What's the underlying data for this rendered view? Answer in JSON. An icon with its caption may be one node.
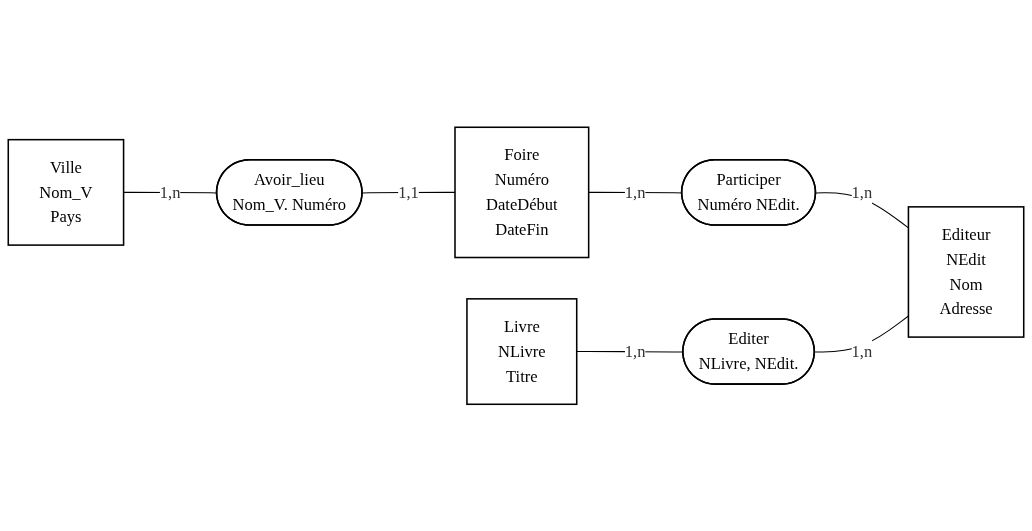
{
  "diagram": {
    "nodes": [
      {
        "text": [
          "Ville",
          "Nom_V",
          "Pays"
        ]
      },
      {
        "text": [
          "Avoir_lieu",
          "Nom_V. Numéro"
        ]
      },
      {
        "text": [
          "Foire",
          "Numéro",
          "DateDébut",
          "DateFin"
        ]
      },
      {
        "text": [
          "Participer",
          "Numéro NEdit."
        ]
      },
      {
        "text": [
          "Livre",
          "NLivre",
          "Titre"
        ]
      },
      {
        "text": [
          "Editer",
          "NLivre, NEdit."
        ]
      },
      {
        "text": [
          "Editeur",
          "NEdit",
          "Nom",
          "Adresse"
        ]
      }
    ],
    "edges": [
      {
        "from": 0,
        "to": 1,
        "arrow": "none",
        "label": "1,n"
      },
      {
        "from": 1,
        "to": 2,
        "arrow": "none",
        "label": "1,1"
      },
      {
        "from": 2,
        "to": 3,
        "arrow": "none",
        "label": "1,n"
      },
      {
        "from": 3,
        "to": 6,
        "arrow": "none",
        "label": "1,n"
      },
      {
        "from": 4,
        "to": 5,
        "arrow": "none",
        "label": "1,n"
      },
      {
        "from": 5,
        "to": 6,
        "arrow": "none",
        "label": "1,n"
      }
    ]
  }
}
